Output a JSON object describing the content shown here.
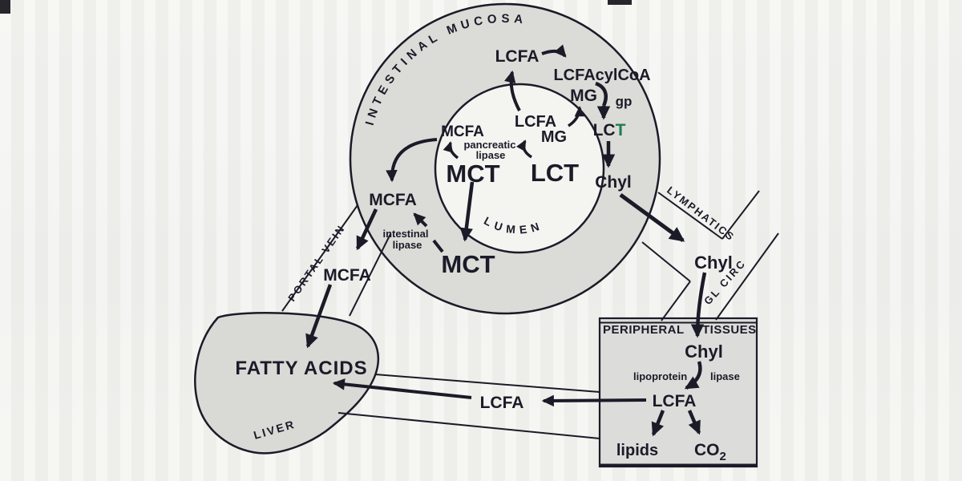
{
  "colors": {
    "ink": "#1b1b28",
    "region_fill": "#dbdbd8",
    "lumen_fill": "#f4f4f1",
    "background": "#f2f2ef",
    "green_letter": "#1e7d4f"
  },
  "regions": {
    "intestinal_mucosa": "INTESTINAL MUCOSA",
    "lumen": "LUMEN",
    "portal_vein": "PORTAL VEIN",
    "lymphatics": "LYMPHATICS",
    "gl_circ": "GL CIRC",
    "liver": "LIVER",
    "peripheral_left": "PERIPHERAL",
    "peripheral_right": "TISSUES"
  },
  "lumen": {
    "mct": "MCT",
    "lct": "LCT",
    "lcfa": "LCFA",
    "mg": "MG",
    "mcfa": "MCFA",
    "enzyme_line1": "pancreatic",
    "enzyme_line2": "lipase"
  },
  "mucosa": {
    "lcfa": "LCFA",
    "lcfacylcoa": "LCFAcylCoA",
    "mg": "MG",
    "gp": "gp",
    "lct_lc": "LC",
    "lct_t": "T",
    "chyl": "Chyl",
    "mcfa": "MCFA",
    "mct": "MCT",
    "enzyme_line1": "intestinal",
    "enzyme_line2": "lipase"
  },
  "transport": {
    "portal_mcfa": "MCFA",
    "junction_chyl": "Chyl",
    "mid_lcfa": "LCFA"
  },
  "liver": {
    "fatty_acids": "FATTY ACIDS"
  },
  "peripheral": {
    "chyl": "Chyl",
    "enzyme_word1": "lipoprotein",
    "enzyme_word2": "lipase",
    "lcfa": "LCFA",
    "lipids": "lipids",
    "co2_main": "CO",
    "co2_sub": "2"
  }
}
